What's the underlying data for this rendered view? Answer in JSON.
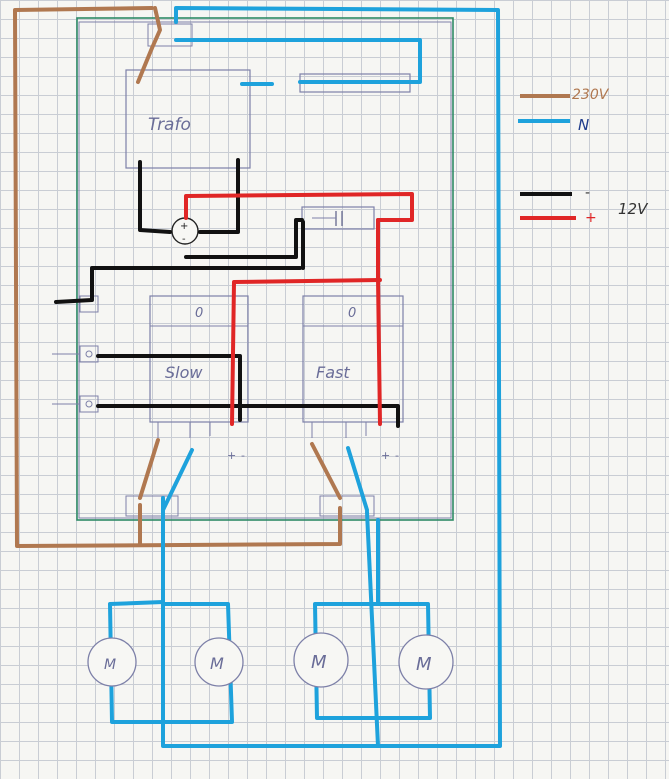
{
  "colors": {
    "live_230v": "#b07850",
    "neutral": "#1ea2dc",
    "negative_12v": "#111111",
    "positive_12v": "#e02626",
    "pencil": "#7d80a8",
    "board": "#2e8b66"
  },
  "labels": {
    "trafo": "Trafo",
    "slow": "Slow",
    "fast": "Fast",
    "relay_mark_slow": "0",
    "relay_mark_fast": "0",
    "rectifier_plus": "+",
    "rectifier_minus": "-",
    "rectifier_ac_left": "~",
    "rectifier_ac_right": "~",
    "slow_plus": "+",
    "slow_minus": "-",
    "fast_plus": "+",
    "fast_minus": "-",
    "motor_1": "M",
    "motor_2": "M",
    "motor_3": "M",
    "motor_4": "M"
  },
  "legend": {
    "live": "230V",
    "neutral": "N",
    "minus": "-",
    "plus": "+",
    "voltage": "12V"
  }
}
